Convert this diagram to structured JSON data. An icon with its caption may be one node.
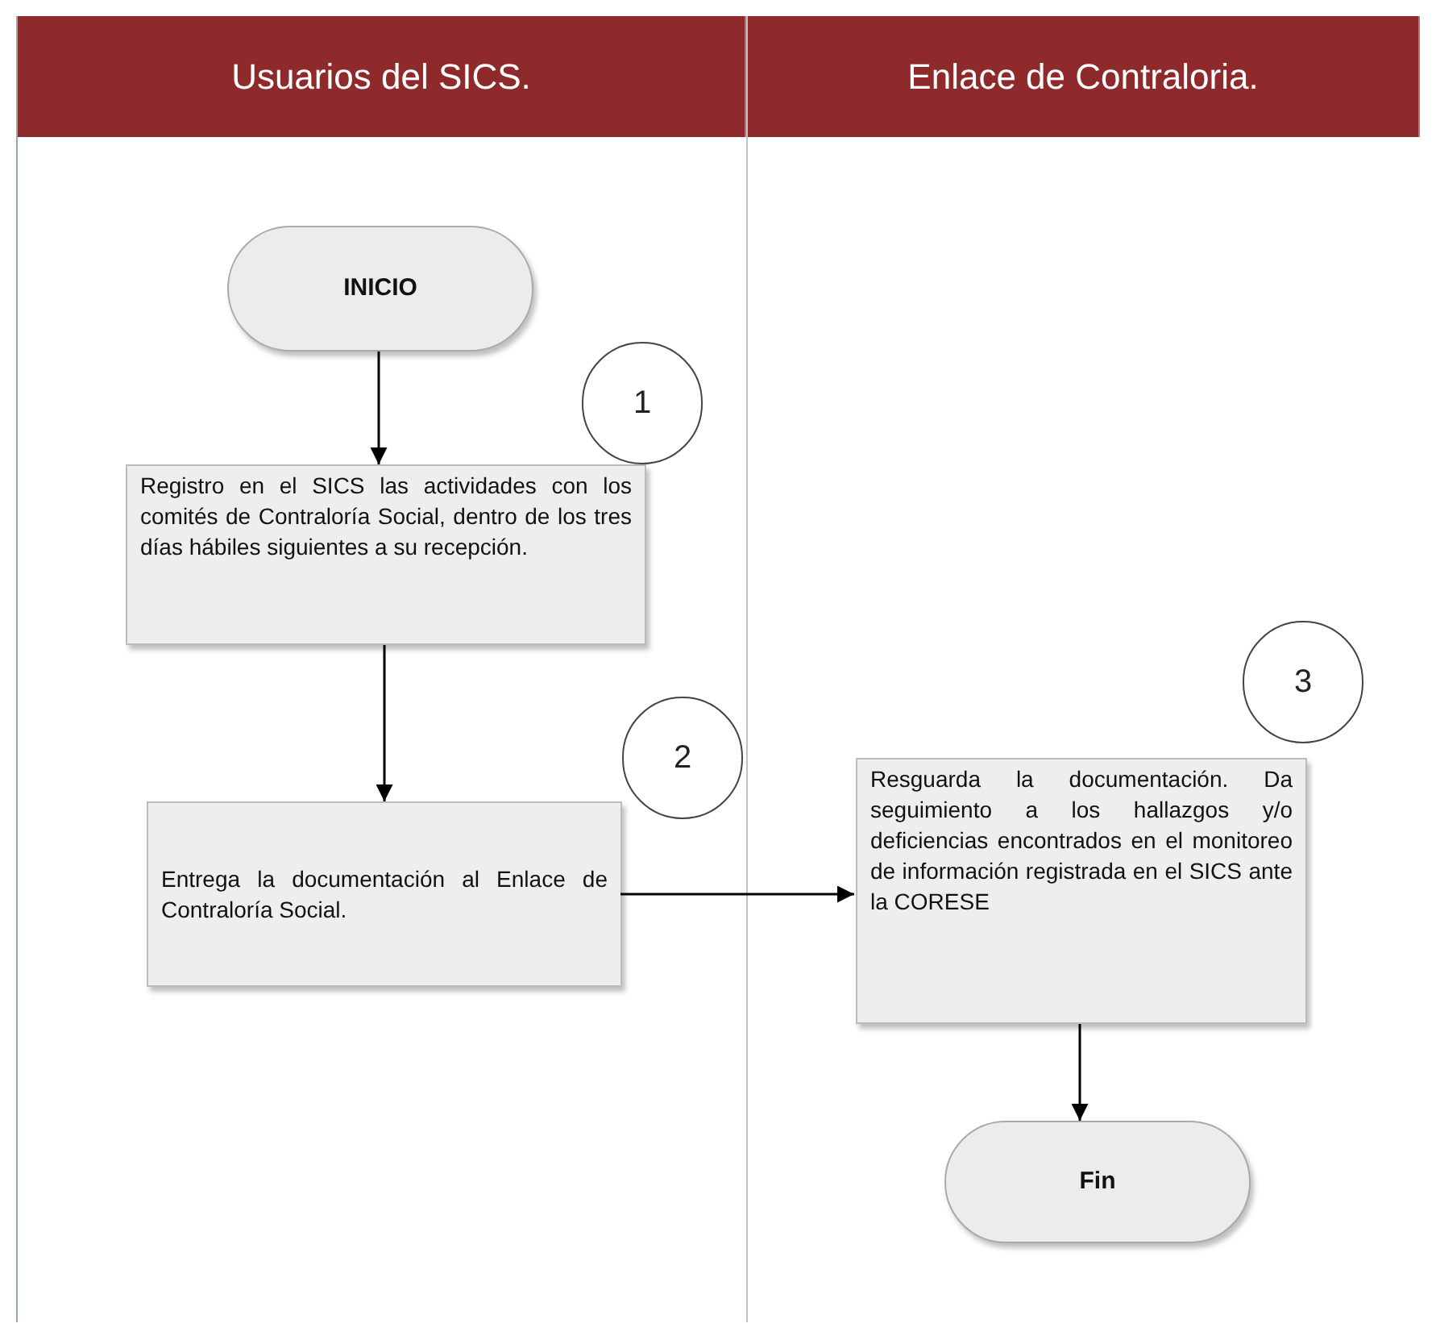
{
  "diagram": {
    "nodes": [
      {
        "text": [
          "Usuarios del SICS."
        ]
      },
      {
        "text": [
          "Enlace de Contraloria."
        ]
      },
      {
        "text": [
          "INICIO"
        ],
        "in": 0
      },
      {
        "text": [
          "1"
        ],
        "in": 0
      },
      {
        "text": [
          "Registro en el SICS las actividades con los comités de Contraloría Social, dentro de los tres días hábiles siguientes a su recepción."
        ],
        "in": 0
      },
      {
        "text": [
          "2"
        ],
        "in": 0
      },
      {
        "text": [
          "Entrega la documentación al Enlace de Contraloría Social."
        ],
        "in": 0
      },
      {
        "text": [
          "3"
        ],
        "in": 1
      },
      {
        "text": [
          "Resguarda la documentación. Da seguimiento a los hallazgos y/o deficiencias encontrados en el monitoreo de información registrada en el SICS ante la CORESE"
        ],
        "in": 1
      },
      {
        "text": [
          "Fin"
        ],
        "in": 1
      }
    ],
    "edges": [
      {
        "from": 2,
        "to": 4,
        "arrow": "to"
      },
      {
        "from": 4,
        "to": 6,
        "arrow": "to"
      },
      {
        "from": 6,
        "to": 8,
        "arrow": "to"
      },
      {
        "from": 8,
        "to": 9,
        "arrow": "to"
      }
    ]
  }
}
